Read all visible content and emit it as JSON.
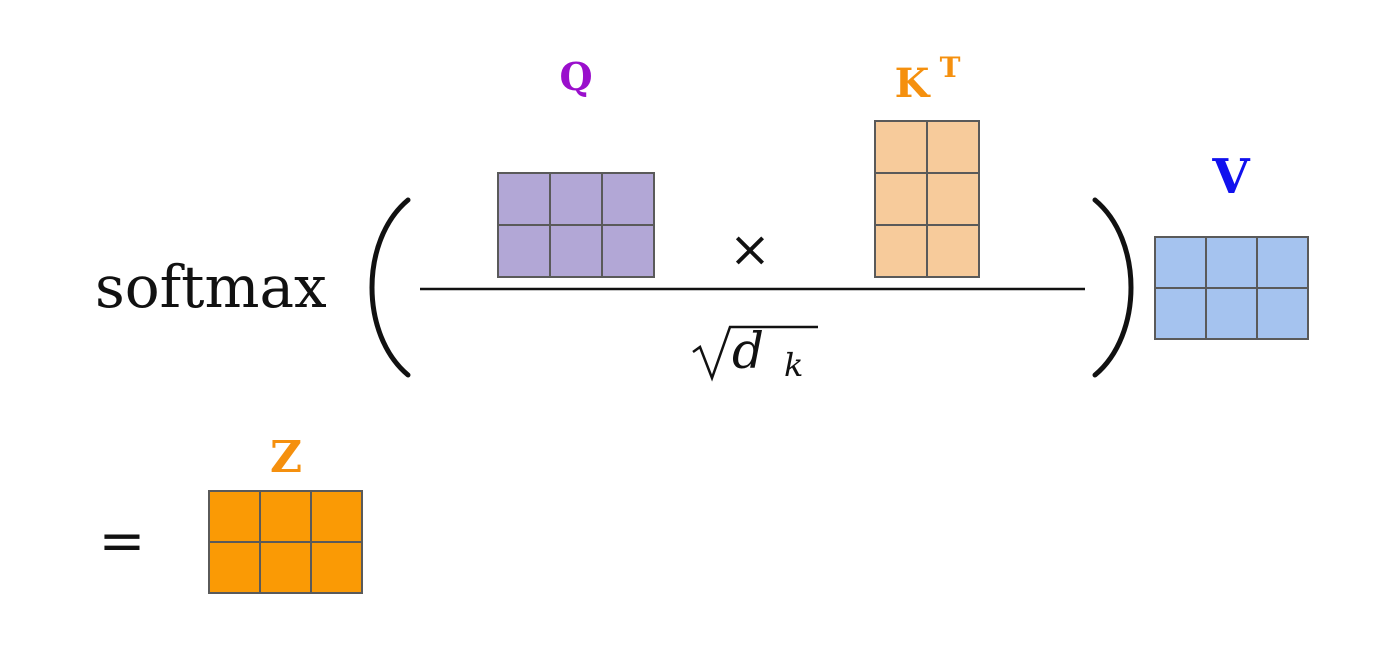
{
  "formula": {
    "function_name": "softmax",
    "left_paren": "(",
    "right_paren": ")",
    "operator_times": "×",
    "equals": "=",
    "denominator": {
      "radical": "√",
      "variable": "d",
      "subscript": "k"
    }
  },
  "matrices": {
    "q": {
      "label": "Q",
      "superscript": "",
      "rows": 2,
      "cols": 3,
      "fill": "#b2a7d6",
      "label_color": "#9a0fcc"
    },
    "kt": {
      "label": "K",
      "superscript": "T",
      "rows": 3,
      "cols": 2,
      "fill": "#f7cb9b",
      "label_color": "#f5900e"
    },
    "v": {
      "label": "V",
      "superscript": "",
      "rows": 2,
      "cols": 3,
      "fill": "#a5c3ef",
      "label_color": "#1111ee"
    },
    "z": {
      "label": "Z",
      "superscript": "",
      "rows": 2,
      "cols": 3,
      "fill": "#fa9a05",
      "label_color": "#f5900e"
    }
  },
  "colors": {
    "text": "#111111",
    "grid_stroke": "#5a5a5a"
  }
}
